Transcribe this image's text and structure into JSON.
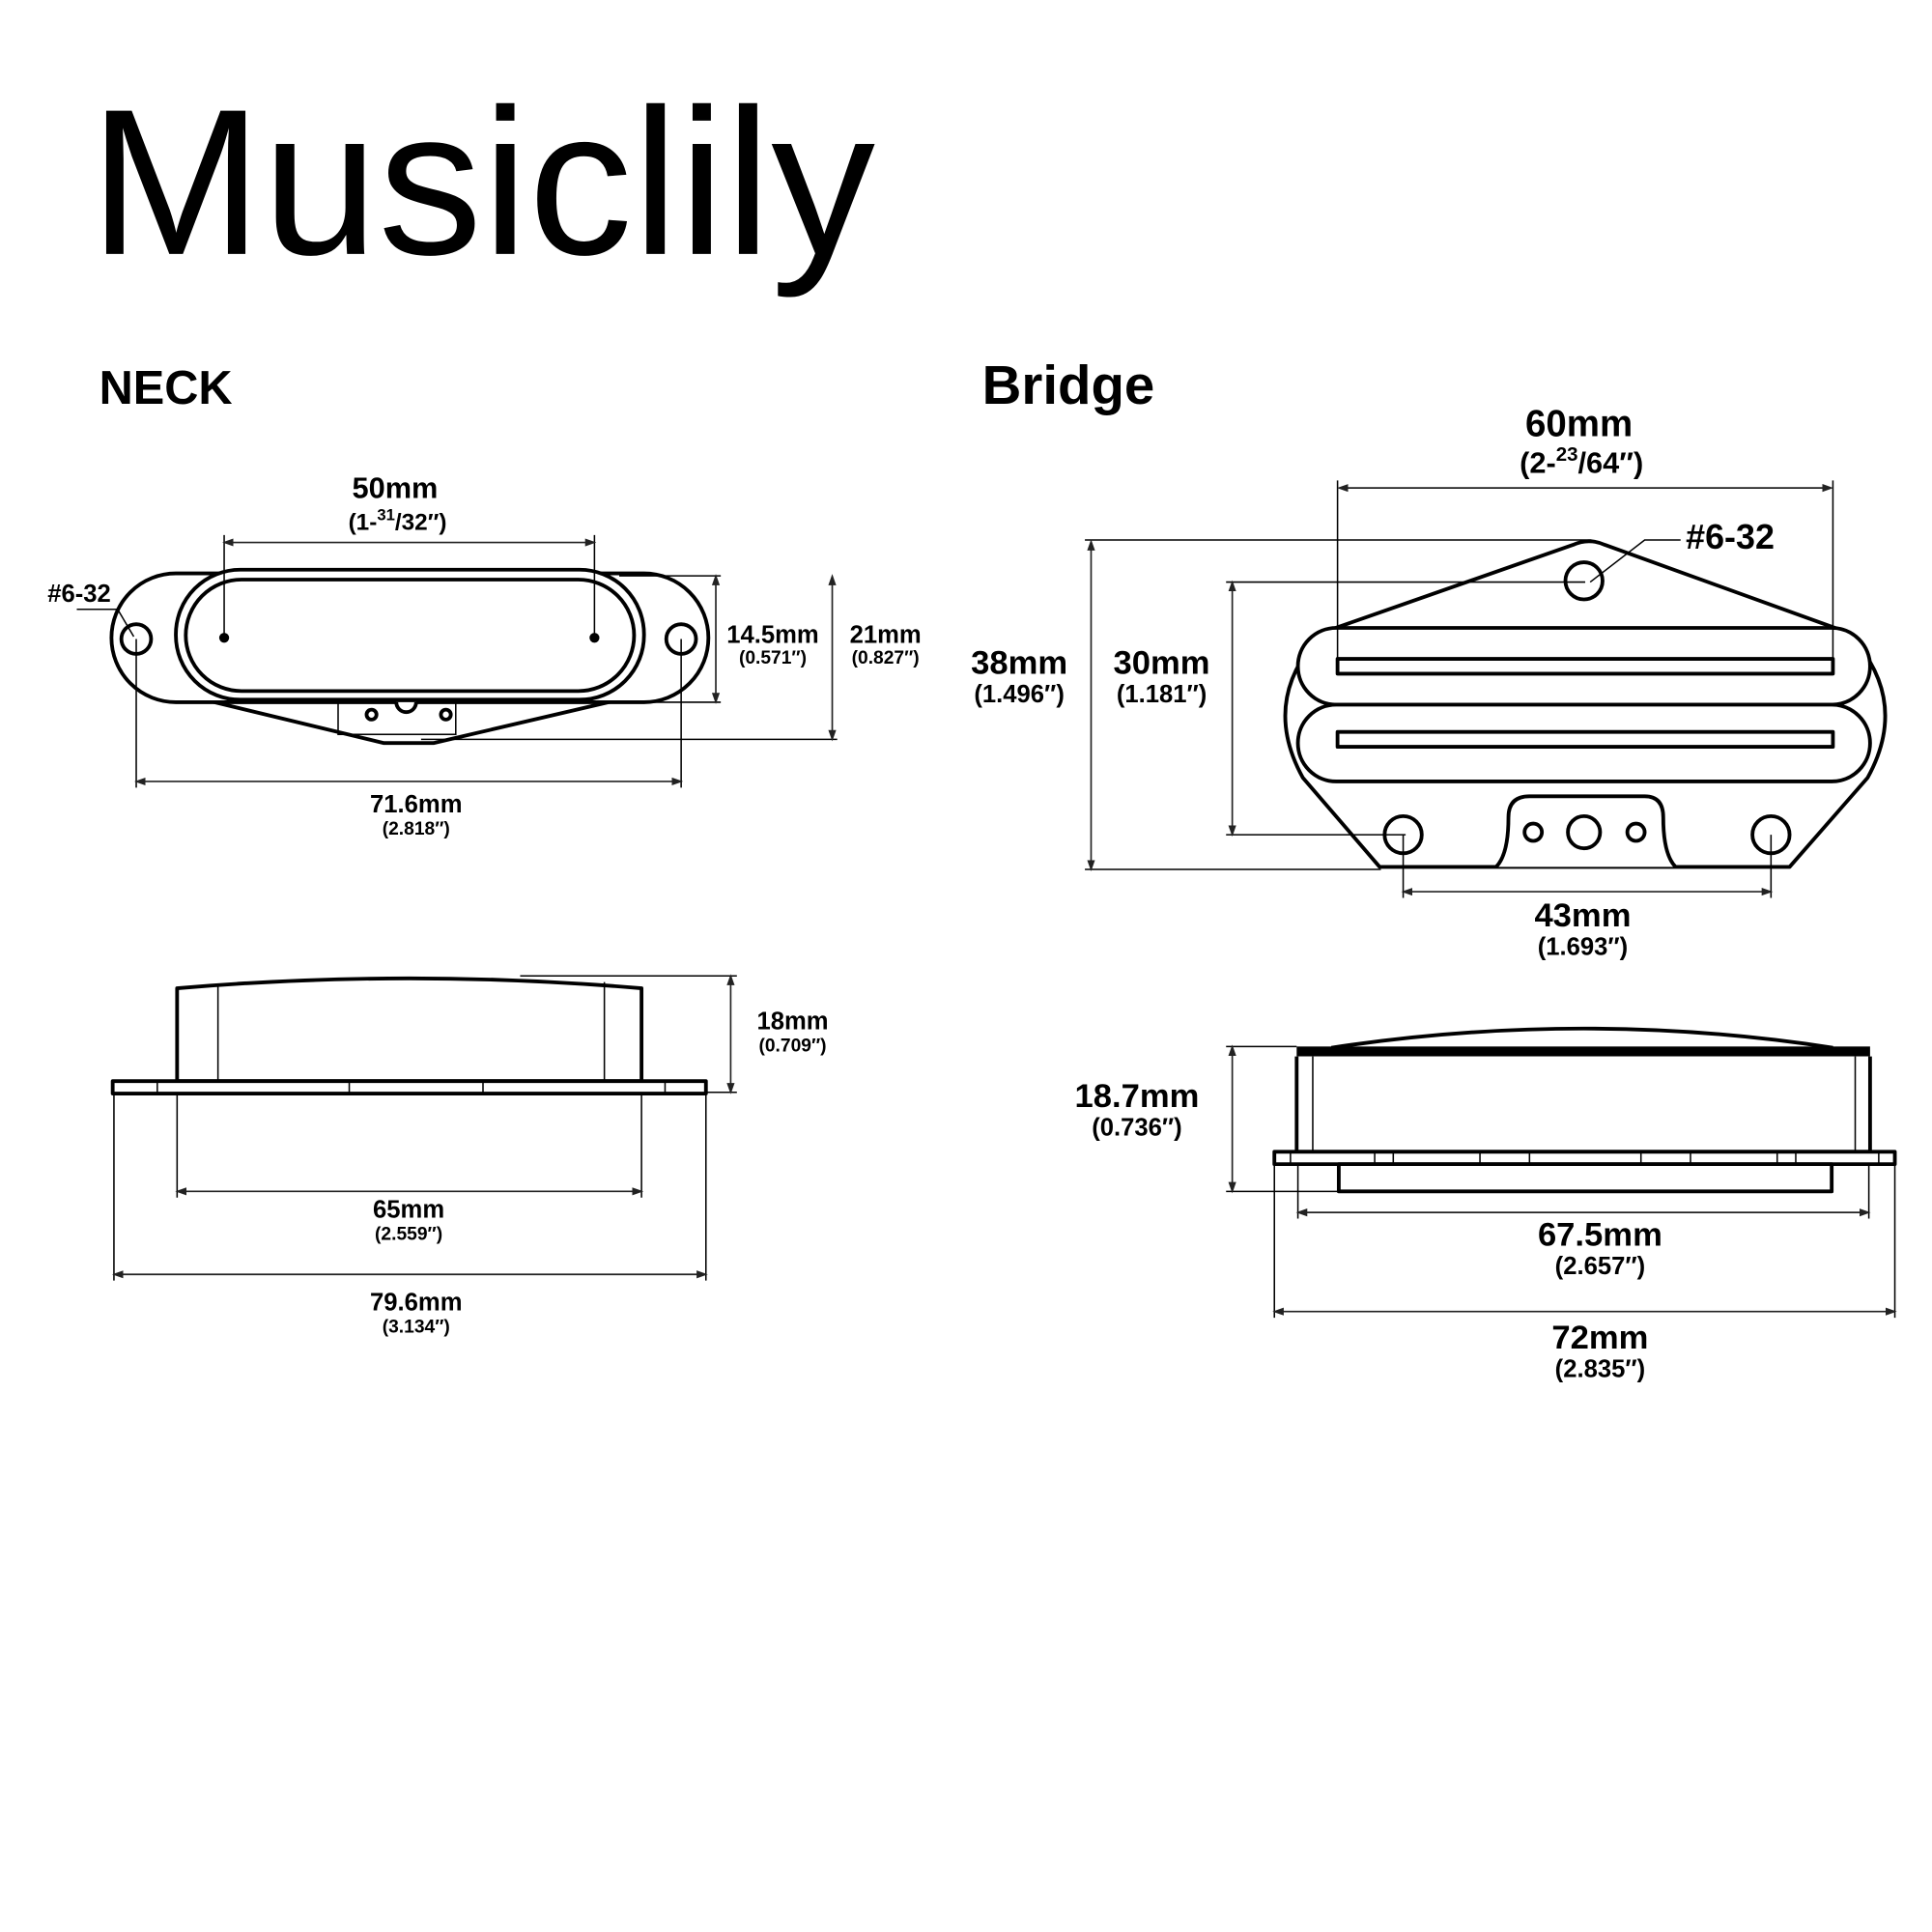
{
  "title": "Musiclily",
  "neck": {
    "label": "NECK",
    "hole_label": "#6-32",
    "pole_spacing": {
      "mm": "50mm",
      "inch_pre": "(1-",
      "inch_sup": "31",
      "inch_post": "/32″)"
    },
    "cover_width": {
      "mm": "14.5mm",
      "inch": "(0.571″)"
    },
    "total_width": {
      "mm": "21mm",
      "inch": "(0.827″)"
    },
    "hole_spacing": {
      "mm": "71.6mm",
      "inch": "(2.818″)"
    },
    "height": {
      "mm": "18mm",
      "inch": "(0.709″)"
    },
    "cover_length": {
      "mm": "65mm",
      "inch": "(2.559″)"
    },
    "plate_length": {
      "mm": "79.6mm",
      "inch": "(3.134″)"
    }
  },
  "bridge": {
    "label": "Bridge",
    "hole_label": "#6-32",
    "blade_length": {
      "mm": "60mm",
      "inch_pre": "(2-",
      "inch_sup": "23",
      "inch_post": "/64″)"
    },
    "total_depth": {
      "mm": "38mm",
      "inch": "(1.496″)"
    },
    "hole_depth": {
      "mm": "30mm",
      "inch": "(1.181″)"
    },
    "hole_spacing": {
      "mm": "43mm",
      "inch": "(1.693″)"
    },
    "height": {
      "mm": "18.7mm",
      "inch": "(0.736″)"
    },
    "body_length": {
      "mm": "67.5mm",
      "inch": "(2.657″)"
    },
    "plate_length": {
      "mm": "72mm",
      "inch": "(2.835″)"
    }
  }
}
